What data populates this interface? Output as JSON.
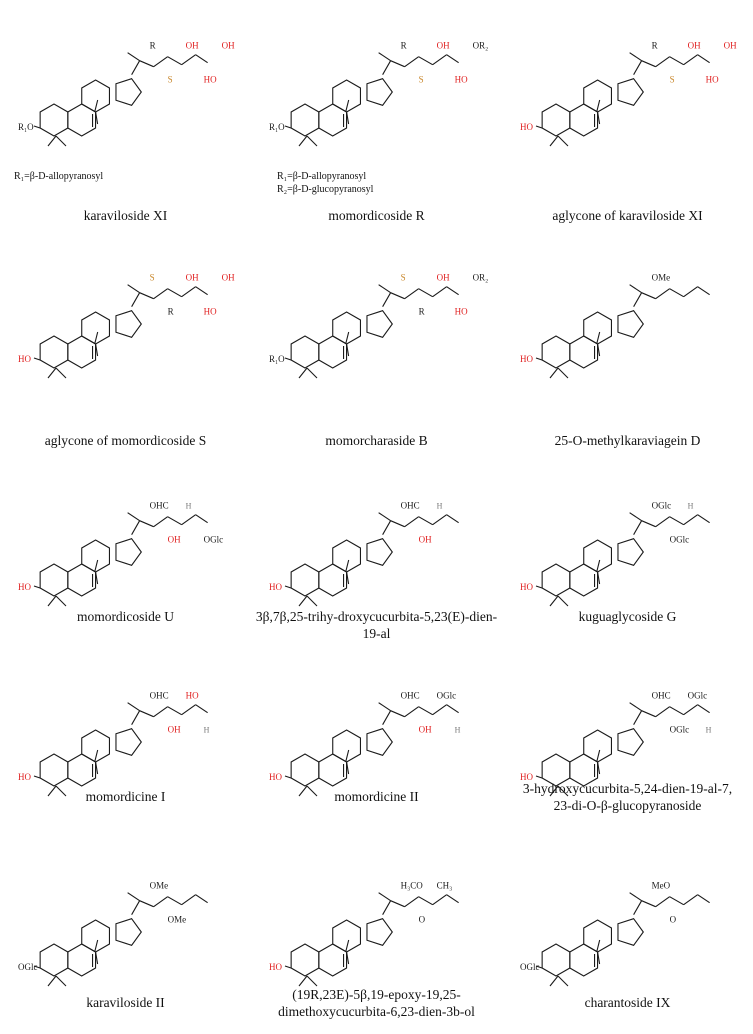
{
  "compounds": [
    {
      "name": "karaviloside XI",
      "r_notes": [
        "R₁=β-D-allopyranosyl"
      ],
      "sub_ho": "R₁O",
      "chain": [
        "R",
        "S",
        "OH",
        "HO",
        "OH"
      ]
    },
    {
      "name": "momordicoside R",
      "r_notes": [
        "R₁=β-D-allopyranosyl",
        "R₂=β-D-glucopyranosyl"
      ],
      "sub_ho": "R₁O",
      "chain": [
        "R",
        "S",
        "OH",
        "HO",
        "OR₂"
      ]
    },
    {
      "name": "aglycone of karaviloside XI",
      "r_notes": [],
      "sub_ho": "HO",
      "chain": [
        "R",
        "S",
        "OH",
        "HO",
        "OH"
      ]
    },
    {
      "name": "aglycone of momordicoside S",
      "r_notes": [],
      "sub_ho": "HO",
      "chain": [
        "S",
        "R",
        "OH",
        "HO",
        "OH"
      ]
    },
    {
      "name": "momorcharaside B",
      "r_notes": [],
      "sub_ho": "R₁O",
      "chain": [
        "S",
        "R",
        "OH",
        "HO",
        "OR₂"
      ]
    },
    {
      "name": "25-O-methylkaraviagein D",
      "r_notes": [],
      "sub_ho": "HO",
      "chain": [
        "OMe"
      ]
    },
    {
      "name": "momordicoside U",
      "r_notes": [],
      "sub_ho": "HO",
      "chain": [
        "OHC",
        "OH",
        "H",
        "OGlc"
      ]
    },
    {
      "name": "3β,7β,25-trihy-droxycucurbita-5,23(E)-dien-19-al",
      "r_notes": [],
      "sub_ho": "HO",
      "chain": [
        "OHC",
        "OH",
        "H"
      ]
    },
    {
      "name": "kuguaglycoside G",
      "r_notes": [],
      "sub_ho": "HO",
      "chain": [
        "OGlc",
        "OGlc",
        "H"
      ]
    },
    {
      "name": "momordicine I",
      "r_notes": [],
      "sub_ho": "HO",
      "chain": [
        "OHC",
        "OH",
        "HO",
        "H"
      ]
    },
    {
      "name": "momordicine II",
      "r_notes": [],
      "sub_ho": "HO",
      "chain": [
        "OHC",
        "OH",
        "OGlc",
        "H"
      ]
    },
    {
      "name": "3-hydroxycucurbita-5,24-dien-19-al-7,\n23-di-O-β-glucopyranoside",
      "r_notes": [],
      "sub_ho": "HO",
      "chain": [
        "OHC",
        "OGlc",
        "OGlc",
        "H"
      ]
    },
    {
      "name": "karaviloside II",
      "r_notes": [],
      "sub_ho": "OGlc",
      "chain": [
        "OMe",
        "OMe"
      ]
    },
    {
      "name": "(19R,23E)-5β,19-epoxy-19,25-\ndimethoxycucurbita-6,23-dien-3b-ol",
      "r_notes": [],
      "sub_ho": "HO",
      "chain": [
        "H₃CO",
        "O",
        "CH₃"
      ]
    },
    {
      "name": "charantoside IX",
      "r_notes": [],
      "sub_ho": "OGlc",
      "chain": [
        "MeO",
        "O"
      ]
    }
  ],
  "colors": {
    "stereo_label": "#c8862a",
    "hydroxyl": "#e02020",
    "bond": "#1a1a1a"
  }
}
